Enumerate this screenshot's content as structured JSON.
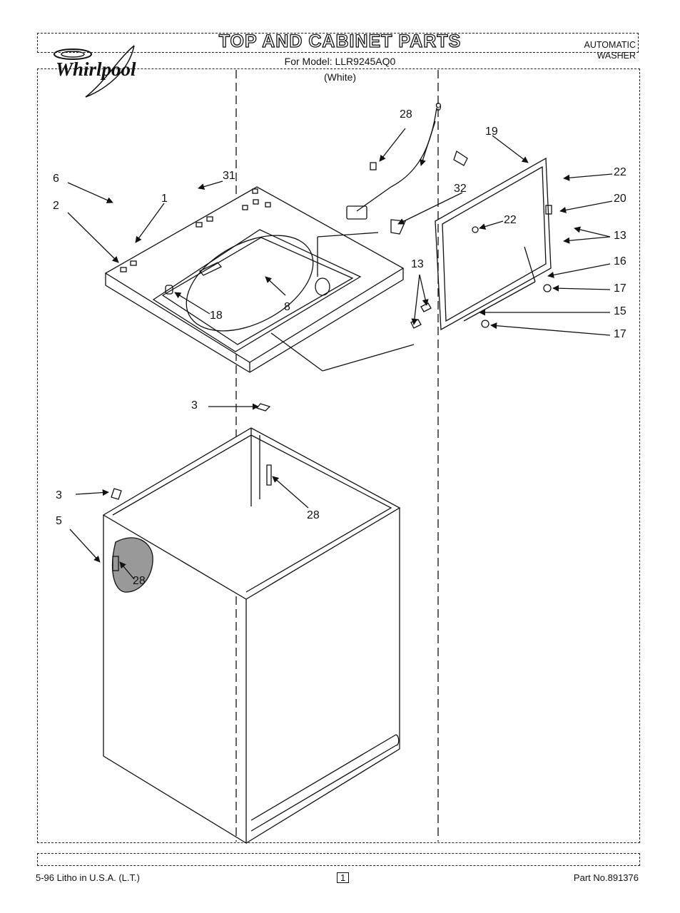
{
  "header": {
    "title": "TOP AND CABINET PARTS",
    "model_line": "For Model: LLR9245AQ0",
    "color_line": "(White)",
    "product_type_line1": "AUTOMATIC",
    "product_type_line2": "WASHER",
    "brand": "Whirlpool"
  },
  "footer": {
    "print_info": "5-96 Litho in U.S.A. (L.T.)",
    "page_number": "1",
    "part_number": "Part No.891376"
  },
  "callouts": [
    "28",
    "9",
    "19",
    "6",
    "31",
    "1",
    "2",
    "32",
    "22",
    "22",
    "20",
    "13",
    "13",
    "16",
    "17",
    "15",
    "17",
    "8",
    "18",
    "3",
    "28",
    "3",
    "5",
    "28"
  ]
}
